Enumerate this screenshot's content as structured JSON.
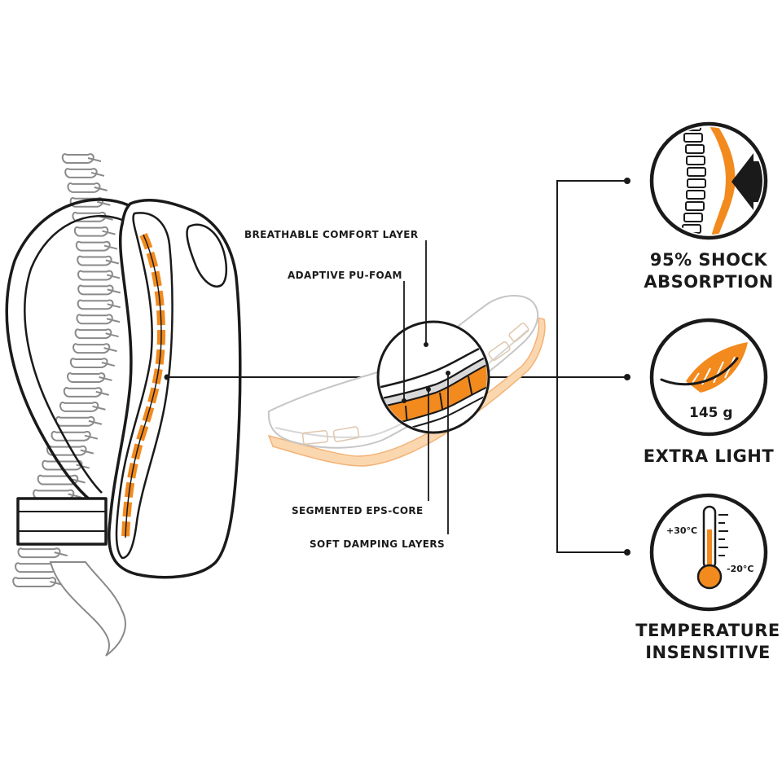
{
  "colors": {
    "accent": "#f28a1e",
    "accent_light": "#fbd7b0",
    "line": "#1a1a1a",
    "bone": "#8a8a8a",
    "background": "#ffffff"
  },
  "callouts": {
    "breathable": "BREATHABLE COMFORT LAYER",
    "pu_foam": "ADAPTIVE PU-FOAM",
    "eps_core": "SEGMENTED EPS-CORE",
    "damping": "SOFT DAMPING LAYERS"
  },
  "features": [
    {
      "icon": "spine-impact-icon",
      "line1": "95% SHOCK",
      "line2": "ABSORPTION"
    },
    {
      "icon": "feather-icon",
      "value": "145 g",
      "line1": "EXTRA LIGHT"
    },
    {
      "icon": "thermometer-icon",
      "temp_high": "+30°C",
      "temp_low": "-20°C",
      "line1": "TEMPERATURE",
      "line2": "INSENSITIVE"
    }
  ]
}
